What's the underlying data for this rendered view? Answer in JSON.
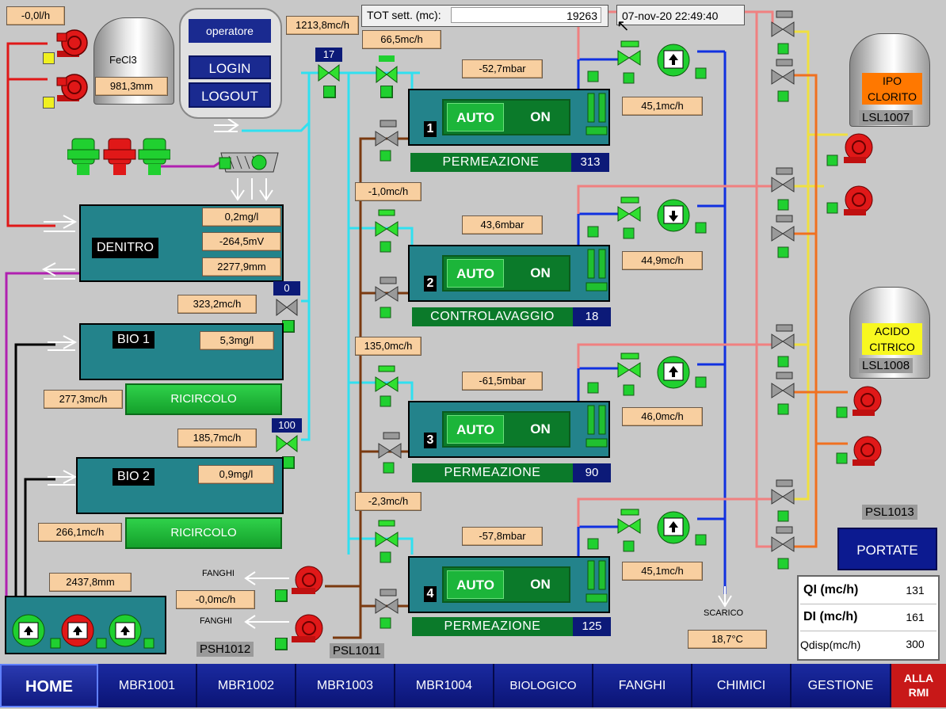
{
  "header": {
    "tot_label": "TOT sett. (mc):",
    "tot_value": "19263",
    "datetime": "07-nov-20 22:49:40"
  },
  "fecl3": {
    "flow": "-0,0l/h",
    "tank_label": "FeCl3",
    "level": "981,3mm"
  },
  "login": {
    "operator": "operatore",
    "login": "LOGIN",
    "logout": "LOGOUT"
  },
  "inflow": {
    "main": "1213,8mc/h",
    "secondary": "66,5mc/h",
    "valve_main_pct": "17"
  },
  "denitro": {
    "title": "DENITRO",
    "value1": "0,2mg/l",
    "value2": "-264,5mV",
    "value3": "2277,9mm",
    "flow": "323,2mc/h",
    "valve_pct": "0"
  },
  "bio1": {
    "title": "BIO 1",
    "value": "5,3mg/l",
    "flow": "277,3mc/h",
    "button": "RICIRCOLO",
    "line_flow": "185,7mc/h",
    "valve_pct": "100"
  },
  "bio2": {
    "title": "BIO 2",
    "value": "0,9mg/l",
    "flow": "266,1mc/h",
    "button": "RICIRCOLO"
  },
  "pit": {
    "level": "2437,8mm",
    "psh": "PSH1012",
    "psl": "PSL1011"
  },
  "sludge": {
    "label1": "FANGHI",
    "label2": "FANGHI",
    "flow": "-0,0mc/h"
  },
  "mbr": [
    {
      "num": "1",
      "pressure": "-52,7mbar",
      "mode": "AUTO",
      "state": "ON",
      "phase": "PERMEAZIONE",
      "count": "313",
      "flow": "45,1mc/h",
      "backwash": "-1,0mc/h"
    },
    {
      "num": "2",
      "pressure": "43,6mbar",
      "mode": "AUTO",
      "state": "ON",
      "phase": "CONTROLAVAGGIO",
      "count": "18",
      "flow": "44,9mc/h",
      "backwash": "135,0mc/h"
    },
    {
      "num": "3",
      "pressure": "-61,5mbar",
      "mode": "AUTO",
      "state": "ON",
      "phase": "PERMEAZIONE",
      "count": "90",
      "flow": "46,0mc/h",
      "backwash": "-2,3mc/h"
    },
    {
      "num": "4",
      "pressure": "-57,8mbar",
      "mode": "AUTO",
      "state": "ON",
      "phase": "PERMEAZIONE",
      "count": "125",
      "flow": "45,1mc/h"
    }
  ],
  "chemicals": {
    "ipo_line1": "IPO",
    "ipo_line2": "CLORITO",
    "ipo_tag": "LSL1007",
    "acido_line1": "ACIDO",
    "acido_line2": "CITRICO",
    "acido_tag": "LSL1008",
    "psl": "PSL1013"
  },
  "discharge": {
    "label": "SCARICO",
    "temperature": "18,7°C"
  },
  "portate": {
    "button": "PORTATE",
    "rows": [
      {
        "label": "QI (mc/h)",
        "value": "131"
      },
      {
        "label": "DI (mc/h)",
        "value": "161"
      },
      {
        "label": "Qdisp(mc/h)",
        "value": "300"
      }
    ]
  },
  "nav": {
    "items": [
      "HOME",
      "MBR1001",
      "MBR1002",
      "MBR1003",
      "MBR1004",
      "BIOLOGICO",
      "FANGHI",
      "CHIMICI",
      "GESTIONE"
    ],
    "alarm_line1": "ALLA",
    "alarm_line2": "RMI"
  }
}
